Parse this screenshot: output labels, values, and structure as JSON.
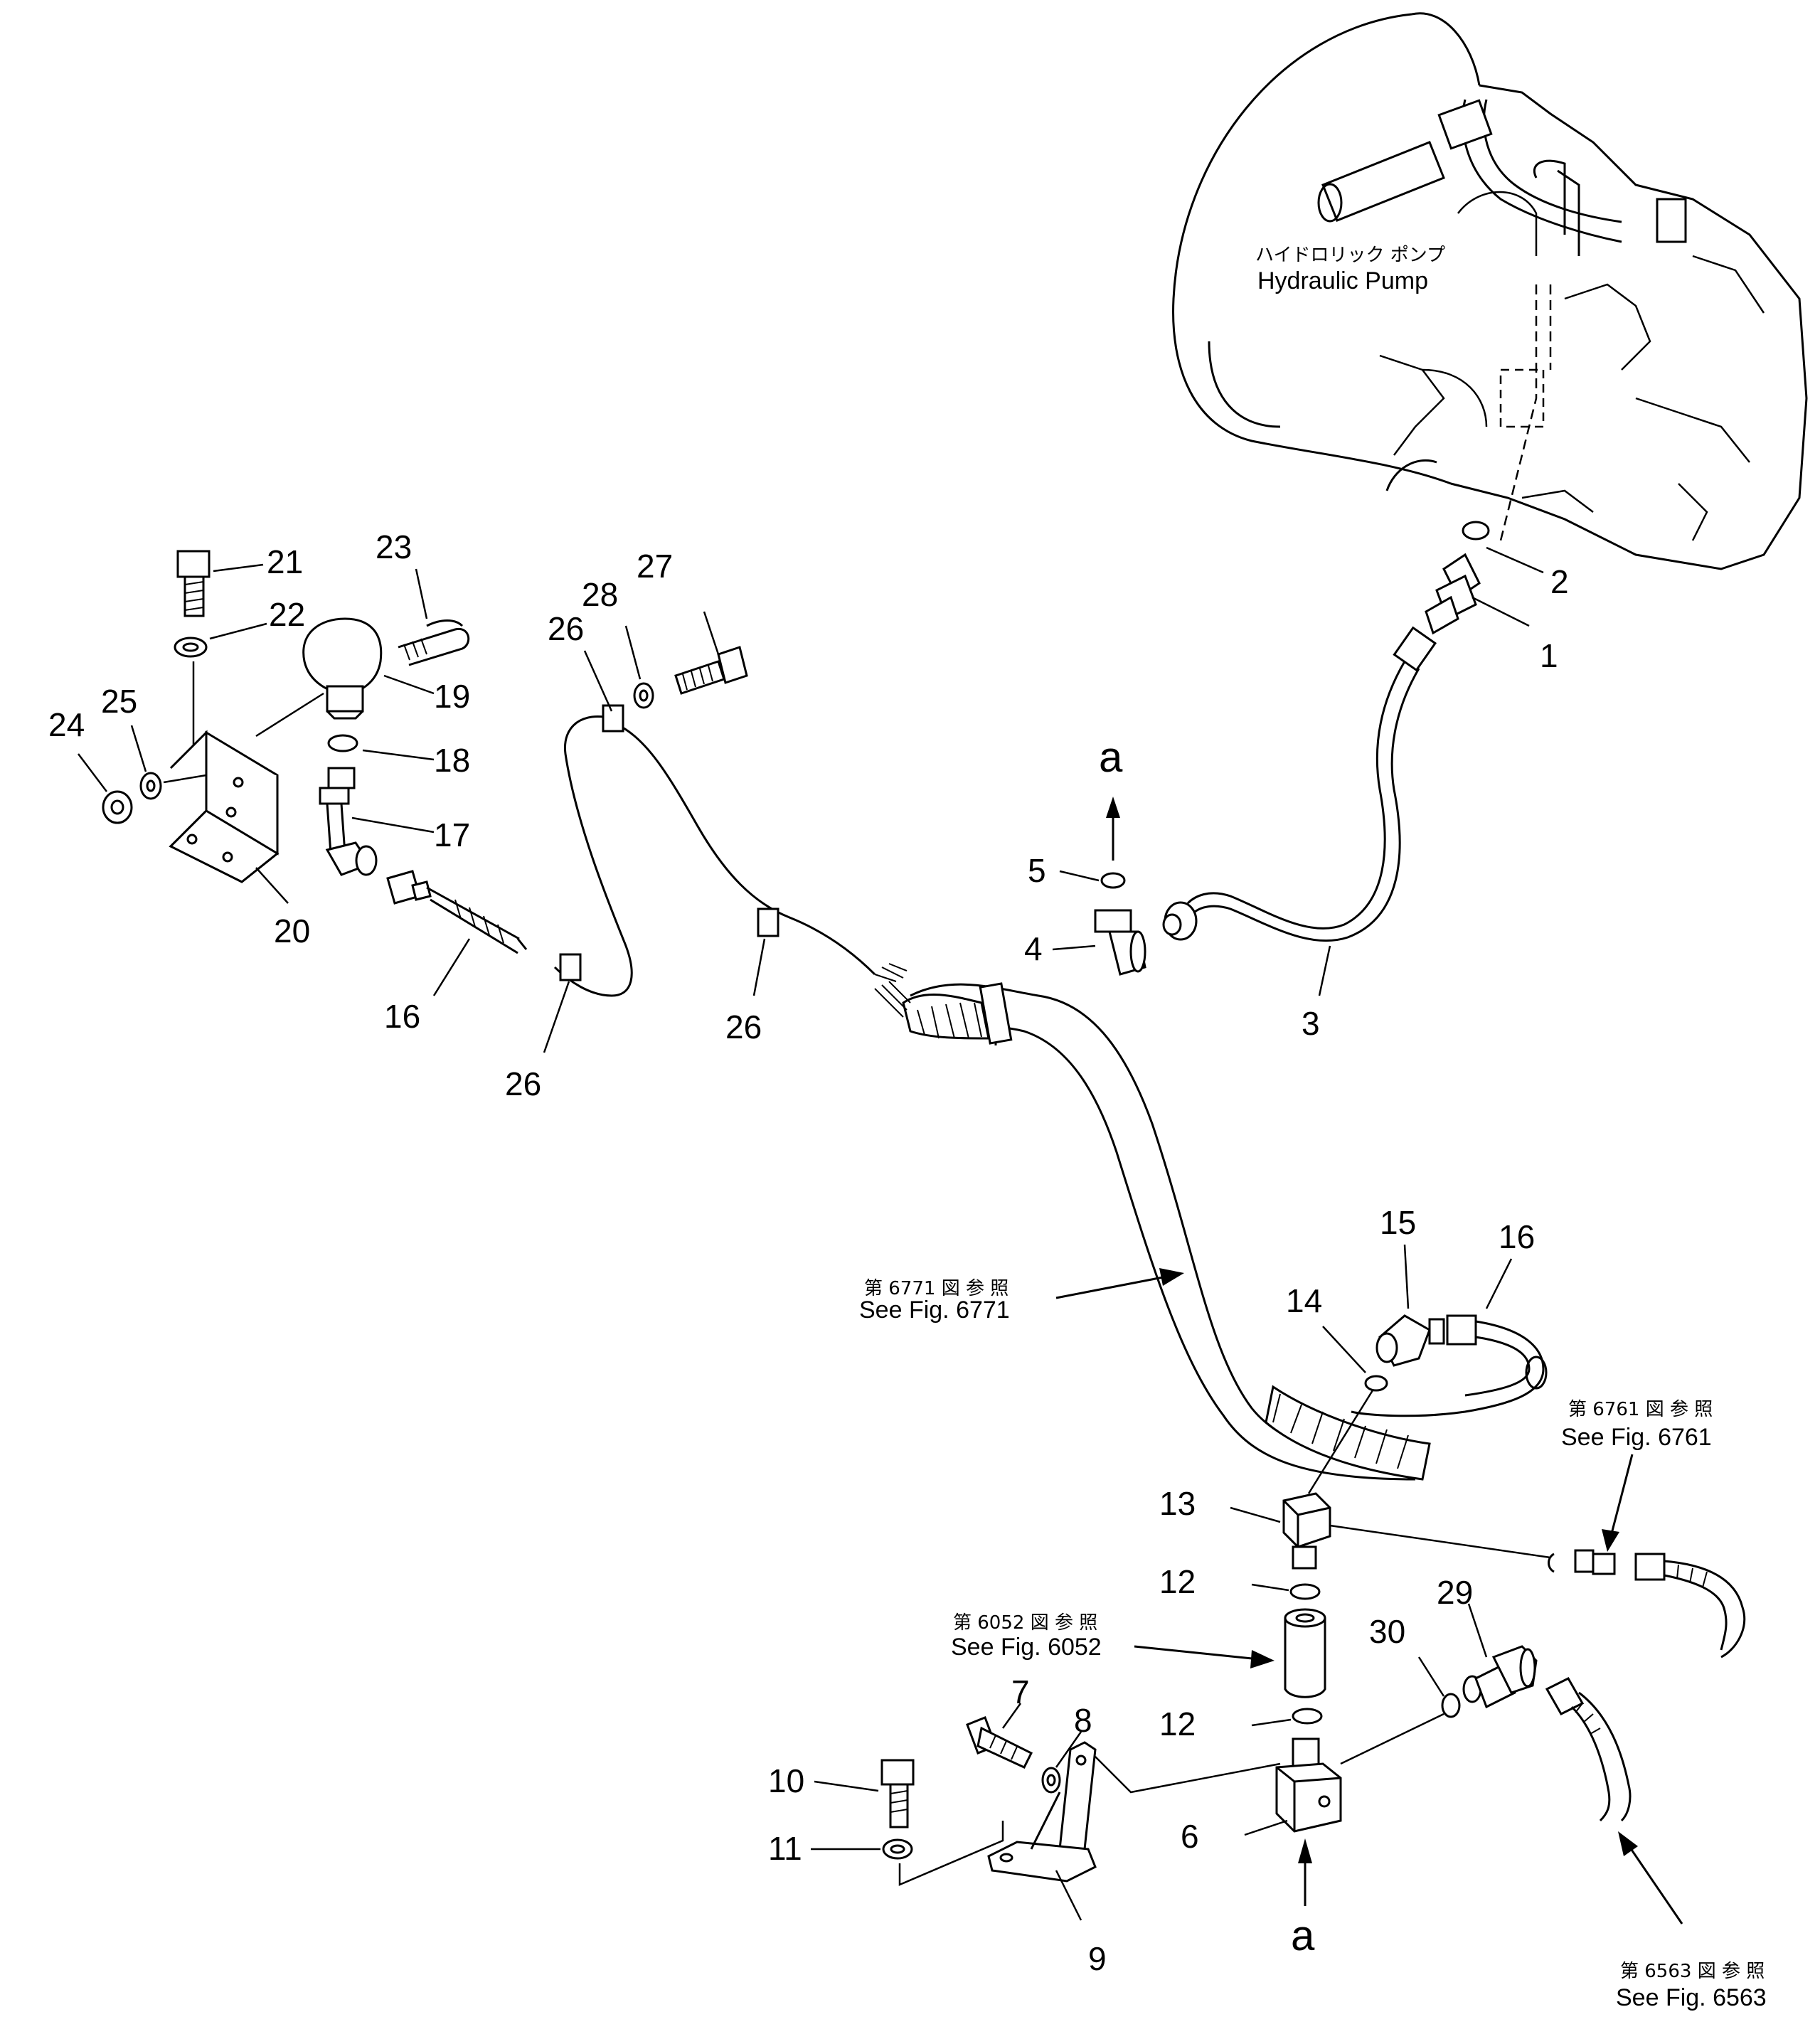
{
  "pump": {
    "label_jp": "ハイドロリック ポンプ",
    "label_en": "Hydraulic Pump"
  },
  "part_labels": [
    {
      "id": "p1",
      "text": "1"
    },
    {
      "id": "p2",
      "text": "2"
    },
    {
      "id": "p3",
      "text": "3"
    },
    {
      "id": "p4",
      "text": "4"
    },
    {
      "id": "p5",
      "text": "5"
    },
    {
      "id": "p6",
      "text": "6"
    },
    {
      "id": "p7",
      "text": "7"
    },
    {
      "id": "p8",
      "text": "8"
    },
    {
      "id": "p9",
      "text": "9"
    },
    {
      "id": "p10",
      "text": "10"
    },
    {
      "id": "p11",
      "text": "11"
    },
    {
      "id": "p12a",
      "text": "12"
    },
    {
      "id": "p12b",
      "text": "12"
    },
    {
      "id": "p13",
      "text": "13"
    },
    {
      "id": "p14",
      "text": "14"
    },
    {
      "id": "p15",
      "text": "15"
    },
    {
      "id": "p16a",
      "text": "16"
    },
    {
      "id": "p16b",
      "text": "16"
    },
    {
      "id": "p17",
      "text": "17"
    },
    {
      "id": "p18",
      "text": "18"
    },
    {
      "id": "p19",
      "text": "19"
    },
    {
      "id": "p20",
      "text": "20"
    },
    {
      "id": "p21",
      "text": "21"
    },
    {
      "id": "p22",
      "text": "22"
    },
    {
      "id": "p23",
      "text": "23"
    },
    {
      "id": "p24",
      "text": "24"
    },
    {
      "id": "p25",
      "text": "25"
    },
    {
      "id": "p26a",
      "text": "26"
    },
    {
      "id": "p26b",
      "text": "26"
    },
    {
      "id": "p26c",
      "text": "26"
    },
    {
      "id": "p27",
      "text": "27"
    },
    {
      "id": "p28",
      "text": "28"
    },
    {
      "id": "p29",
      "text": "29"
    },
    {
      "id": "p30",
      "text": "30"
    }
  ],
  "flow_markers": {
    "a_top": "a",
    "a_bottom": "a"
  },
  "references": {
    "fig6771": {
      "jp": "第 6771 図 参 照",
      "en": "See Fig. 6771"
    },
    "fig6761": {
      "jp": "第 6761 図 参 照",
      "en": "See Fig. 6761"
    },
    "fig6052": {
      "jp": "第 6052 図 参 照",
      "en": "See Fig. 6052"
    },
    "fig6563": {
      "jp": "第 6563 図 参 照",
      "en": "See Fig. 6563"
    }
  }
}
